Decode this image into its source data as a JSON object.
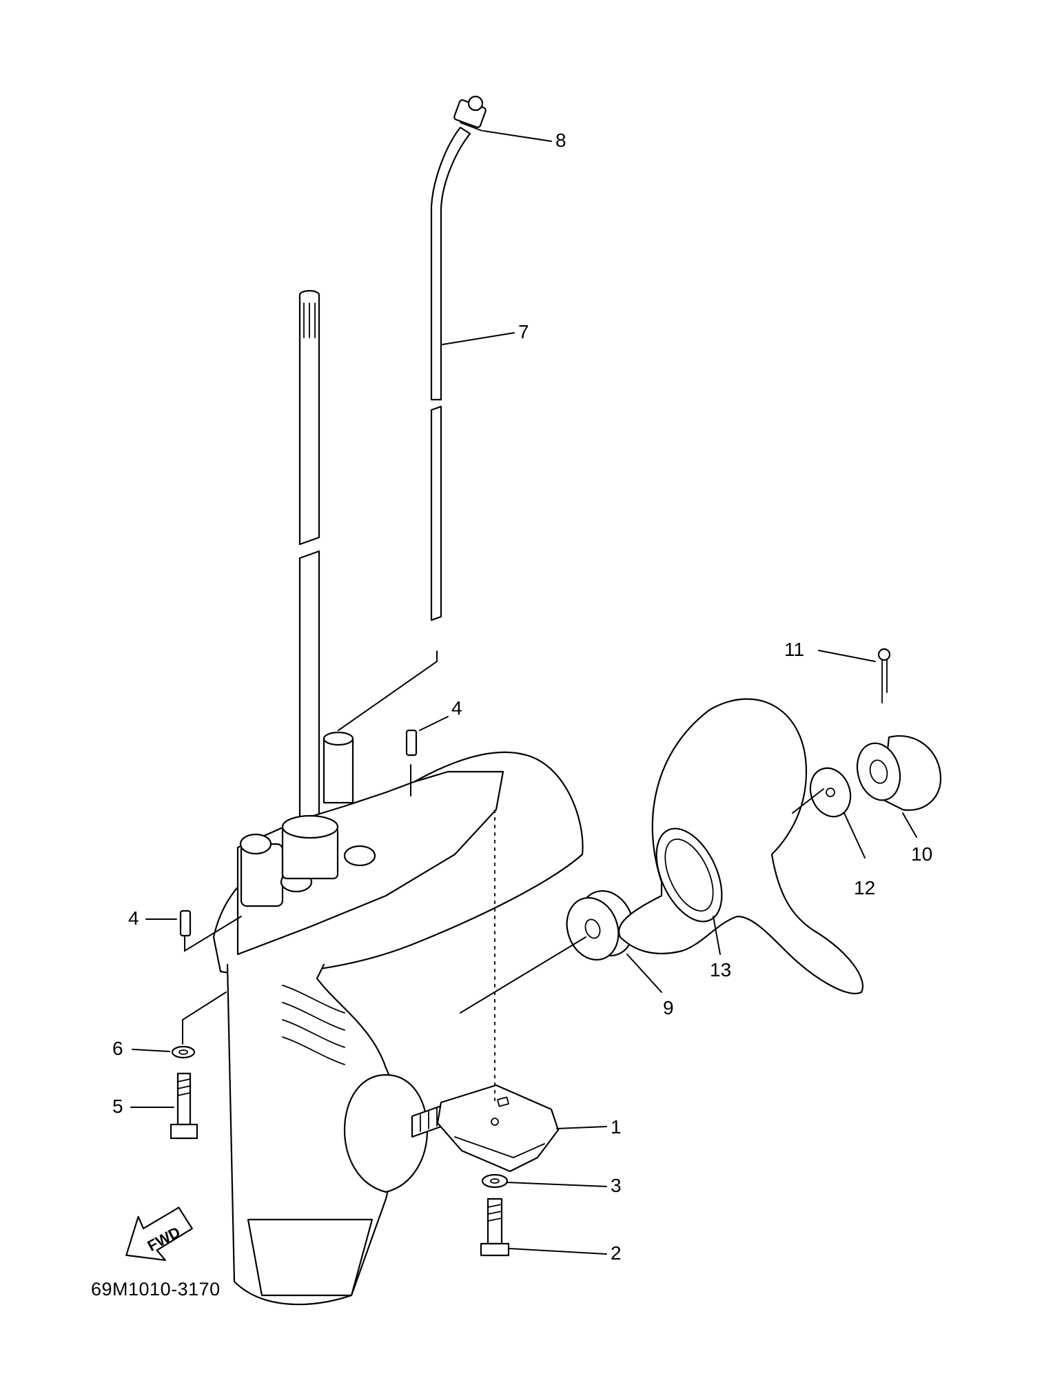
{
  "diagram": {
    "part_number": "69M1010-3170",
    "fwd_label": "FWD",
    "callouts": {
      "c1": "1",
      "c2": "2",
      "c3": "3",
      "c4a": "4",
      "c4b": "4",
      "c5": "5",
      "c6": "6",
      "c7": "7",
      "c8": "8",
      "c9": "9",
      "c10": "10",
      "c11": "11",
      "c12": "12",
      "c13": "13"
    }
  }
}
